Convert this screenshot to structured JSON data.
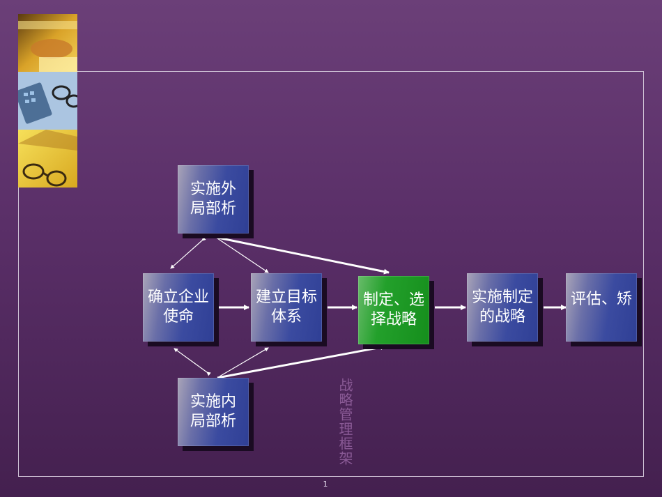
{
  "nodes": {
    "external": "实施外\n局部析",
    "mission": "确立企业\n使命",
    "goals": "建立目标\n体系",
    "strategy": "制定、选\n择战略",
    "implement": "实施制定\n的战略",
    "evaluate": "评估、矫",
    "internal": "实施内\n局部析"
  },
  "caption": "战略管理框架",
  "page_number": "1",
  "colors": {
    "node_blue": "#3b4ba0",
    "node_green": "#1e9a26",
    "arrow": "#ffffff"
  }
}
